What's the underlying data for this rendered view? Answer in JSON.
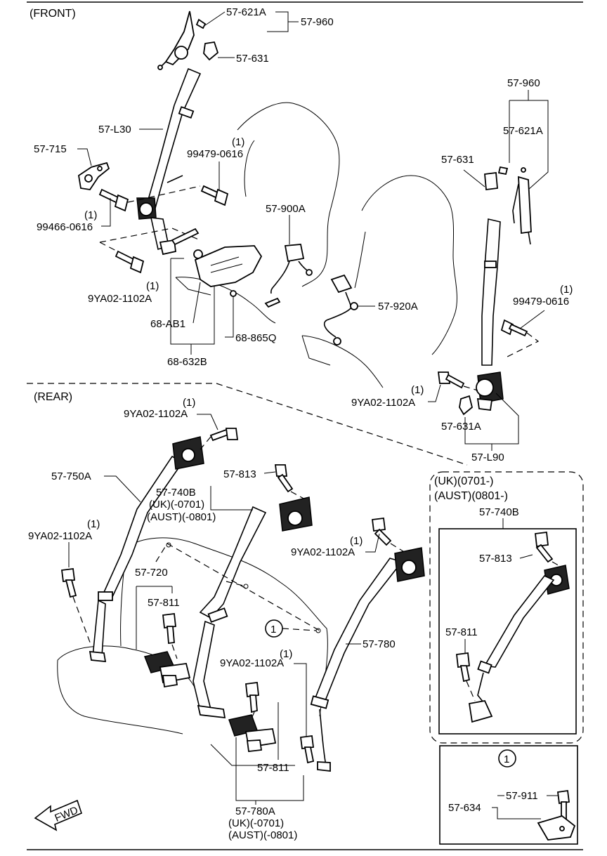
{
  "sections": {
    "front": "(FRONT)",
    "rear": "(REAR)"
  },
  "variant_box": {
    "line1": "(UK)(0701-)",
    "line2": "(AUST)(0801-)",
    "part_top": "57-740B",
    "part_bolt": "57-813",
    "part_lower": "57-811"
  },
  "detail_box": {
    "marker": "1",
    "part_bolt": "57-911",
    "part_bracket": "57-634"
  },
  "labels": {
    "p57_621A_top": "57-621A",
    "p57_960_top": "57-960",
    "p57_631_top": "57-631",
    "p57_L30": "57-L30",
    "p99479_left_qty": "(1)",
    "p99479_left": "99479-0616",
    "p57_715": "57-715",
    "p99466_qty": "(1)",
    "p99466": "99466-0616",
    "p9YA02_front_qty": "(1)",
    "p9YA02_front": "9YA02-1102A",
    "p68_AB1": "68-AB1",
    "p68_865Q": "68-865Q",
    "p68_632B": "68-632B",
    "p57_900A": "57-900A",
    "p57_920A": "57-920A",
    "p57_960_right": "57-960",
    "p57_621A_right": "57-621A",
    "p57_631_right": "57-631",
    "p99479_right_qty": "(1)",
    "p99479_right": "99479-0616",
    "p9YA02_right_qty": "(1)",
    "p9YA02_right": "9YA02-1102A",
    "p57_631A": "57-631A",
    "p57_L90": "57-L90",
    "p9YA02_rear_top_qty": "(1)",
    "p9YA02_rear_top": "9YA02-1102A",
    "p57_750A": "57-750A",
    "p57_813": "57-813",
    "p57_740B": "57-740B",
    "p57_740B_uk": "(UK)(-0701)",
    "p57_740B_aust": "(AUST)(-0801)",
    "p9YA02_rear_left_qty": "(1)",
    "p9YA02_rear_left": "9YA02-1102A",
    "p9YA02_rear_mid_qty": "(1)",
    "p9YA02_rear_mid": "9YA02-1102A",
    "p57_720": "57-720",
    "p57_811_left": "57-811",
    "marker_1": "1",
    "p57_780": "57-780",
    "p9YA02_rear_low_qty": "(1)",
    "p9YA02_rear_low": "9YA02-1102A",
    "p57_811_low": "57-811",
    "p57_780A": "57-780A",
    "p57_780A_uk": "(UK)(-0701)",
    "p57_780A_aust": "(AUST)(-0801)",
    "fwd": "FWD"
  }
}
